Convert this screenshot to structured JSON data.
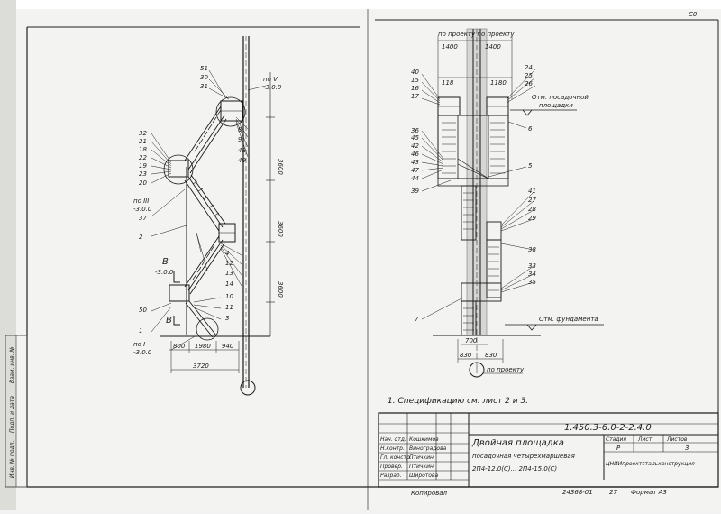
{
  "left_view": {
    "marks_top": [
      "51",
      "30",
      "31"
    ],
    "level_top": {
      "mark": "по V",
      "value": "-3.0.0"
    },
    "marks_right_top": [
      "8",
      "9",
      "48",
      "49"
    ],
    "marks_left_mid": [
      "32",
      "21",
      "18",
      "22",
      "19",
      "23",
      "20"
    ],
    "level_mid": {
      "mark": "по III",
      "value": "-3.0.0"
    },
    "mark_37": "37",
    "mark_2": "2",
    "marks_right_low": [
      "4",
      "12",
      "13",
      "14"
    ],
    "marks_right_bottom": [
      "10",
      "11",
      "3"
    ],
    "section_b": {
      "mark": "В",
      "value": "-3.0.0"
    },
    "mark_50": "50",
    "mark_1": "1",
    "section_b2": "В",
    "level_bottom": {
      "mark": "по I",
      "value": "-3.0.0"
    },
    "heights": [
      "3600",
      "3600",
      "3600"
    ],
    "bottom_dims": [
      "800",
      "1980",
      "940"
    ],
    "overall_dim": "3720"
  },
  "right_view": {
    "top_note": "по проекту по проекту",
    "top_dims": [
      "1400",
      "1400"
    ],
    "sub_dims": [
      "118",
      "1180"
    ],
    "marks_left_top": [
      "40",
      "15",
      "16",
      "17"
    ],
    "marks_right_top": [
      "24",
      "25",
      "26"
    ],
    "platform_note": [
      "Отм. посадочной",
      "площадки"
    ],
    "mark_6": "6",
    "marks_left_mid": [
      "36",
      "45",
      "42",
      "46",
      "43",
      "47",
      "44"
    ],
    "mark_5": "5",
    "mark_39": "39",
    "marks_right_mid": [
      "41",
      "27",
      "28",
      "29"
    ],
    "mark_38": "38",
    "marks_right_low": [
      "33",
      "34",
      "35"
    ],
    "mark_7": "7",
    "foundation_note": "Отм. фундамента",
    "bottom_dims": [
      "700",
      "830",
      "830"
    ],
    "bottom_note": "по проекту"
  },
  "spec_note": "1. Спецификацию   см.   лист 2 и 3.",
  "title_block": {
    "doc_code": "1.450.3-6.0-2-2.4.0",
    "title_lines": [
      "Двойная площадка",
      "посадочная четырехмаршевая",
      "2П4-12.0(С)... 2П4-15.0(С)"
    ],
    "stage_header": "Стадия",
    "sheet_header": "Лист",
    "sheets_header": "Листов",
    "stage": "Р",
    "sheets": "3",
    "org": "ЦНИИпроектстальконструкция",
    "rows": [
      {
        "role": "Нач. отд.",
        "name": "Кошкимов"
      },
      {
        "role": "Н.контр.",
        "name": "Виноградова"
      },
      {
        "role": "Гл. констр.",
        "name": "Птичкин"
      },
      {
        "role": "Провер.",
        "name": "Птичкин"
      },
      {
        "role": "Разраб.",
        "name": "Широтова"
      }
    ],
    "copied": "Копировал",
    "archive": "24368-01",
    "page": "27",
    "format": "Формат А3"
  },
  "margin_stamp": [
    "Инв. № подл.",
    "Подп. и дата",
    "Взам. инв. №"
  ],
  "corner": "С0"
}
